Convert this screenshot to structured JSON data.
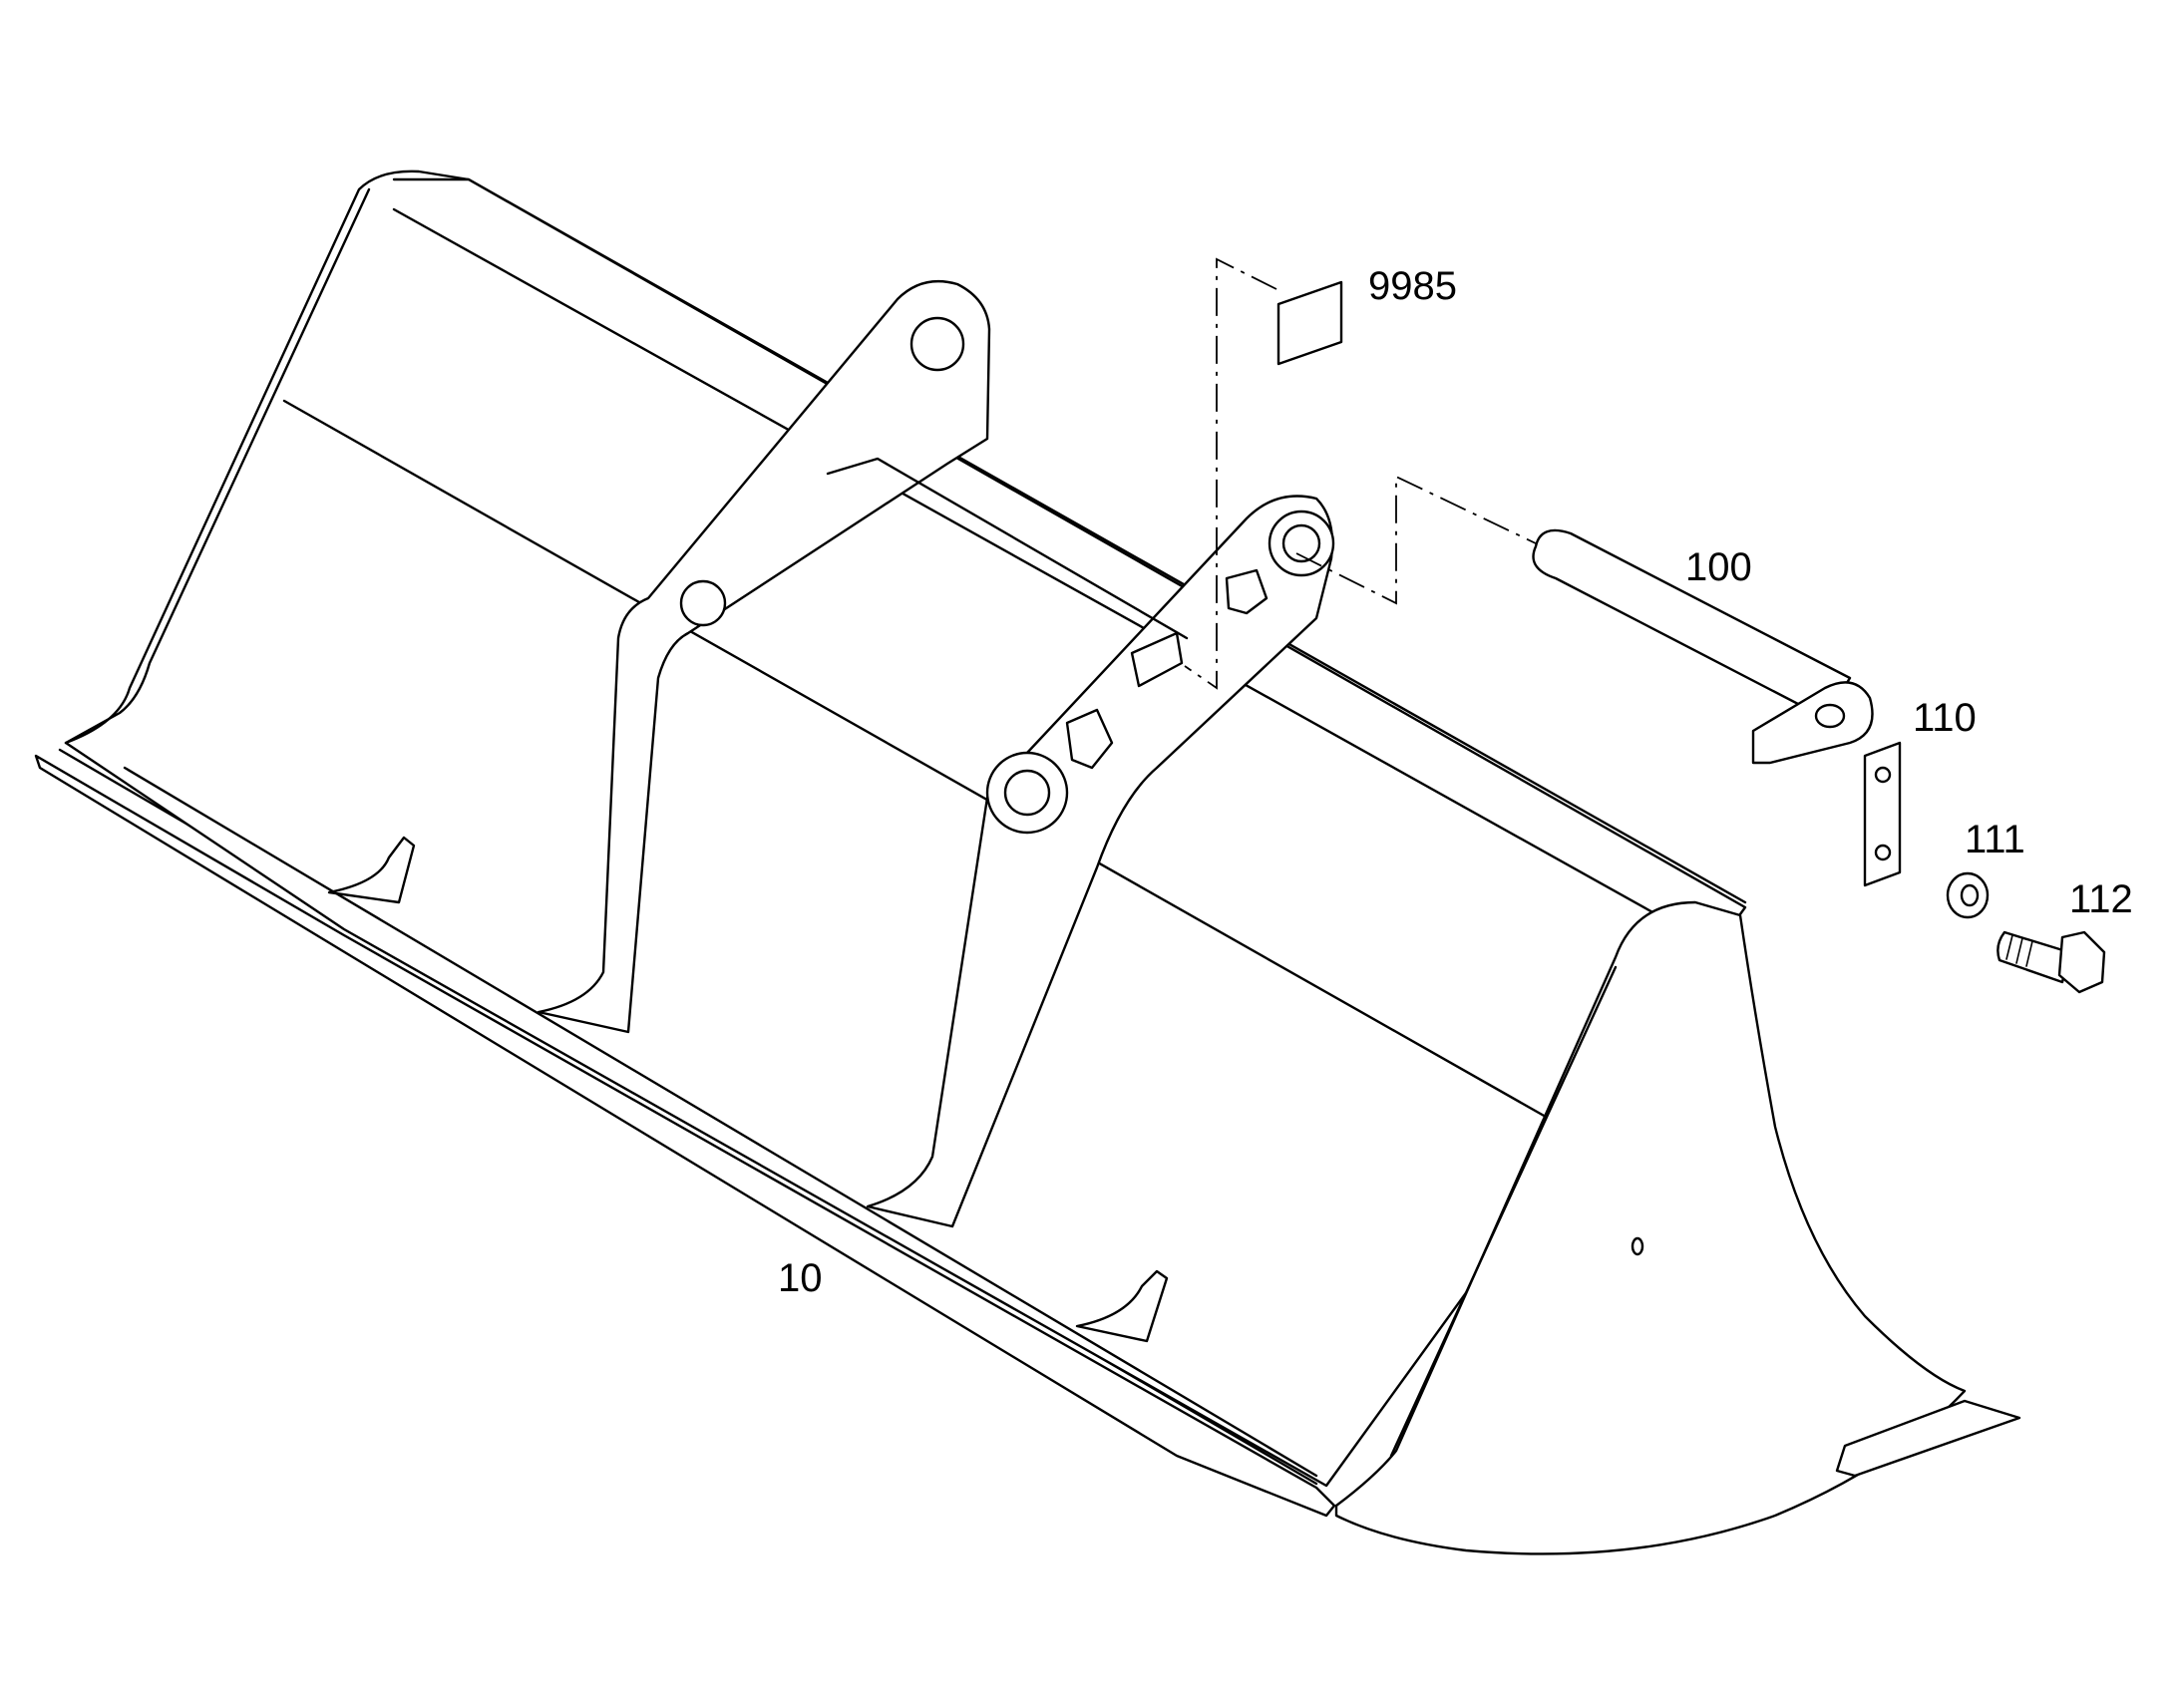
{
  "callouts": {
    "bucket": "10",
    "label_plate": "9985",
    "pin": "100",
    "locking_plate": "110",
    "washer": "111",
    "bolt": "112"
  },
  "colors": {
    "line": "#000000",
    "background": "#ffffff"
  }
}
